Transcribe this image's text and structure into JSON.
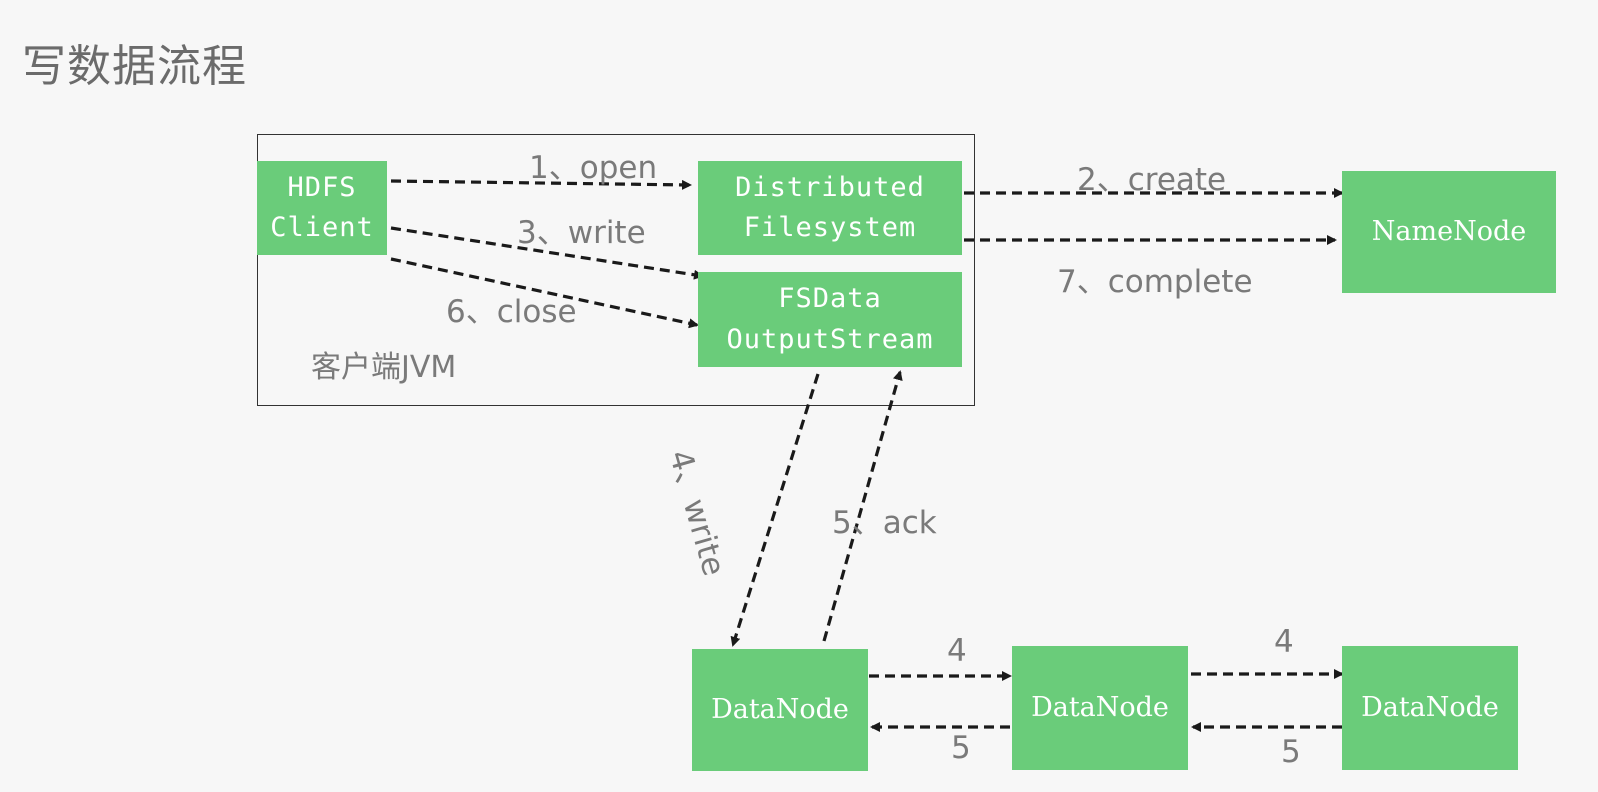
{
  "title": "写数据流程",
  "client_jvm": {
    "label": "客户端JVM"
  },
  "nodes": {
    "hdfs_client": "HDFS\nClient",
    "distributed_fs": "Distributed\nFilesystem",
    "fsdata_os": "FSData\nOutputStream",
    "namenode": "NameNode",
    "datanode_1": "DataNode",
    "datanode_2": "DataNode",
    "datanode_3": "DataNode"
  },
  "steps": {
    "open": "1、open",
    "create": "2、create",
    "write": "3、write",
    "write_dn": "4、write",
    "ack": "5、ack",
    "close": "6、close",
    "complete": "7、complete",
    "pipe_4a": "4",
    "pipe_5a": "5",
    "pipe_4b": "4",
    "pipe_5b": "5"
  },
  "colors": {
    "node_fill": "#6acc7a",
    "arrow": "#1a1a1a",
    "label": "#7a7a7a"
  }
}
